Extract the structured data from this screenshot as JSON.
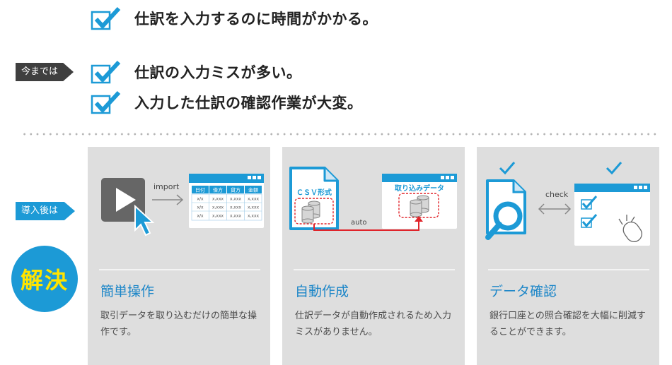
{
  "before_tag": "今までは",
  "after_tag": "導入後は",
  "solve_badge": "解決",
  "problems": [
    "仕訳を入力するのに時間がかかる。",
    "仕訳の入力ミスが多い。",
    "入力した仕訳の確認作業が大変。"
  ],
  "cards": [
    {
      "title": "簡単操作",
      "desc": "取引データを取り込むだけの簡単な操作です。",
      "illus": {
        "arrow_label": "import",
        "table_header": [
          "日付",
          "借方",
          "貸方",
          "金額"
        ],
        "table_rows": [
          [
            "x/x",
            "x,xxx",
            "x,xxx",
            "x,xxx"
          ],
          [
            "x/x",
            "x,xxx",
            "x,xxx",
            "x,xxx"
          ],
          [
            "x/x",
            "x,xxx",
            "x,xxx",
            "x,xxx"
          ]
        ]
      }
    },
    {
      "title": "自動作成",
      "desc": "仕訳データが自動作成されるため入力ミスがありません。",
      "illus": {
        "csv_label": "ＣＳＶ形式",
        "import_label": "取り込みデータ",
        "auto_label": "auto"
      }
    },
    {
      "title": "データ確認",
      "desc": "銀行口座との照合確認を大幅に削減することができます。",
      "illus": {
        "check_label": "check"
      }
    }
  ],
  "colors": {
    "accent": "#1c9ad6",
    "title_blue": "#1c86c8",
    "badge_text": "#ffe400",
    "dashed_red": "#e0242a"
  }
}
